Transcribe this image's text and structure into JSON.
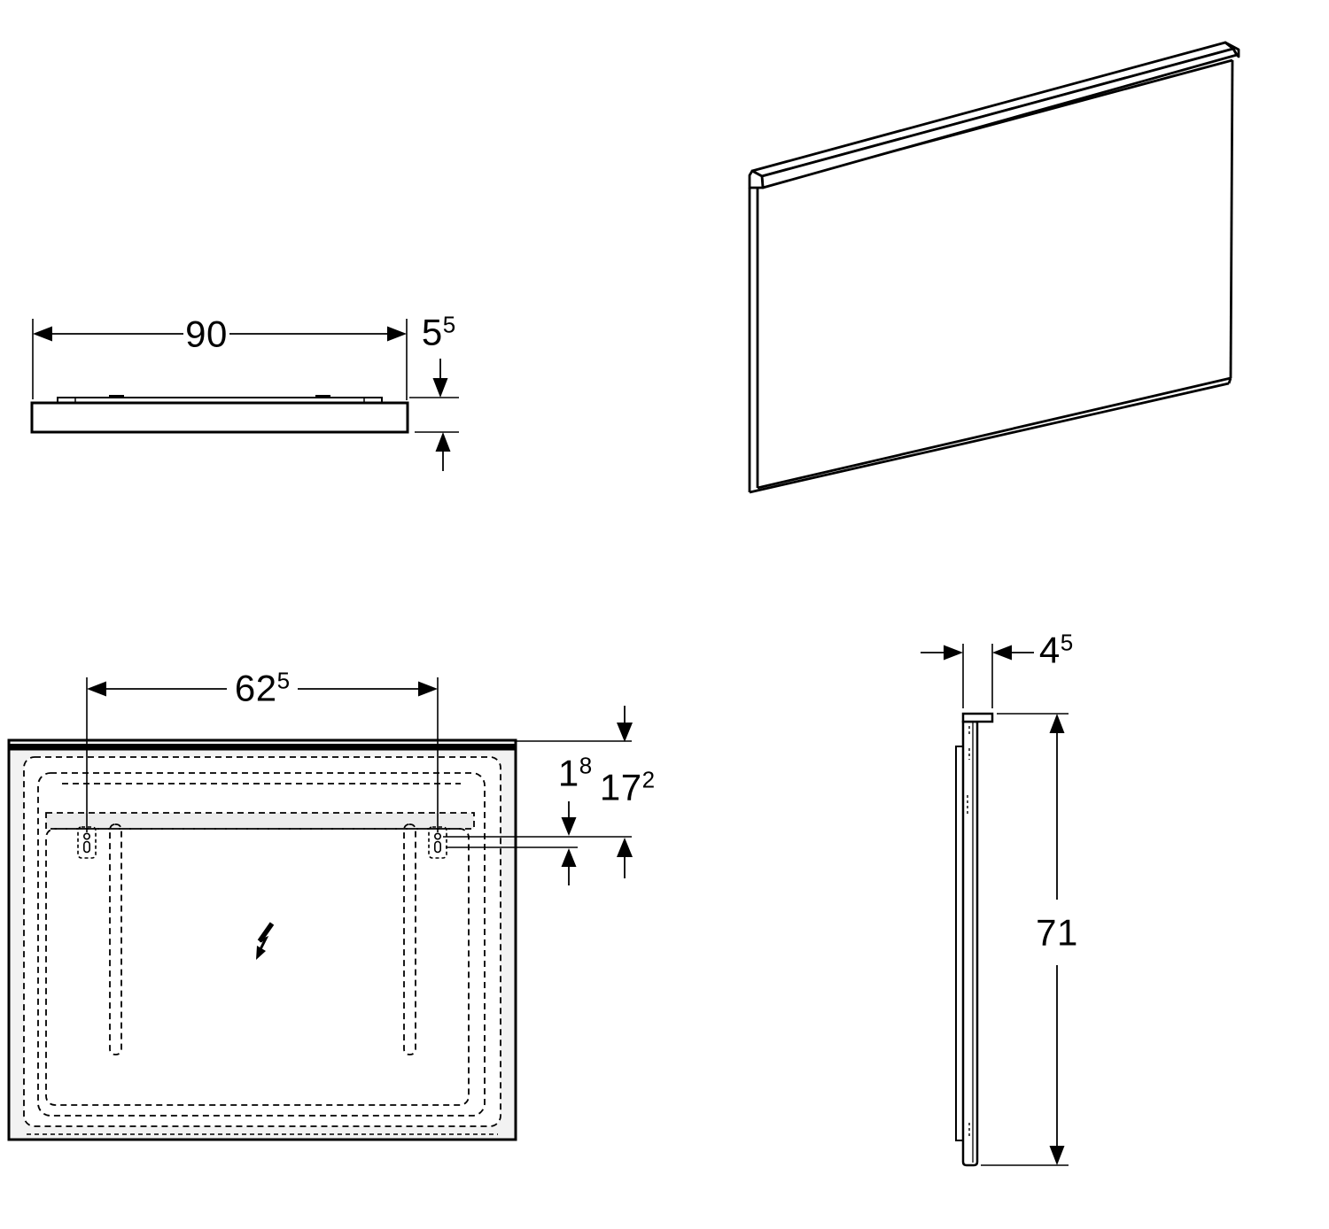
{
  "drawing": {
    "background_color": "#ffffff",
    "line_color": "#000000",
    "heater_band_fill": "#ececec",
    "edge_margin_fill": "#f2f2f2",
    "views": {
      "top_view": {
        "dim_width": {
          "main": "90",
          "sup": ""
        },
        "dim_thickness": {
          "main": "5",
          "sup": "5"
        }
      },
      "rear_view": {
        "dim_mount_spacing": {
          "main": "62",
          "sup": "5"
        },
        "dim_keyhole_detail": {
          "main": "1",
          "sup": "8"
        },
        "dim_top_to_mounts": {
          "main": "17",
          "sup": "2"
        },
        "electrical_symbol": "lightning-bolt"
      },
      "side_view": {
        "dim_depth": {
          "main": "4",
          "sup": "5"
        },
        "dim_height": {
          "main": "71",
          "sup": ""
        }
      }
    }
  }
}
